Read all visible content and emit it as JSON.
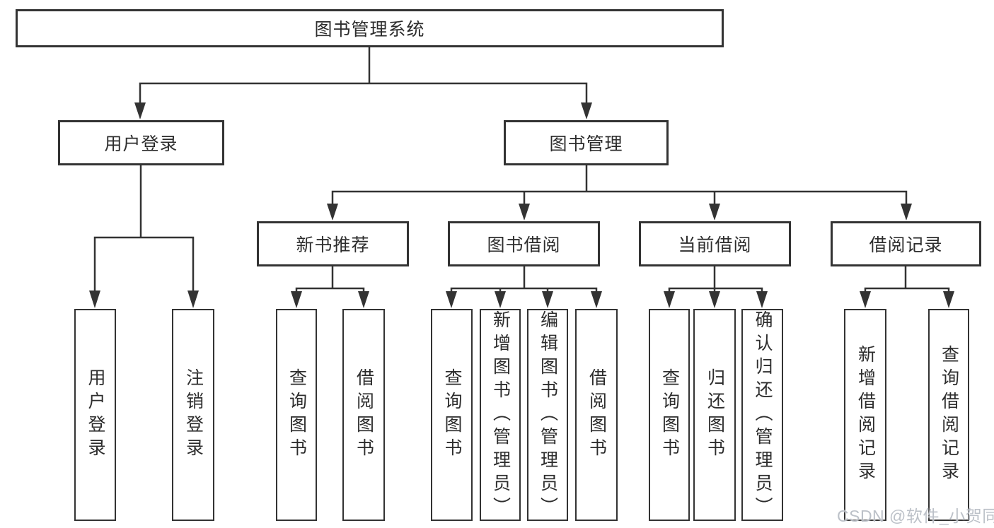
{
  "diagram": {
    "title": "图书管理系统",
    "root": {
      "label": "图书管理系统"
    },
    "level2": [
      {
        "label": "用户登录"
      },
      {
        "label": "图书管理"
      }
    ],
    "level3": [
      {
        "label": "新书推荐"
      },
      {
        "label": "图书借阅"
      },
      {
        "label": "当前借阅"
      },
      {
        "label": "借阅记录"
      }
    ],
    "leaves": [
      {
        "label": "用户登录",
        "parent": "用户登录"
      },
      {
        "label": "注销登录",
        "parent": "用户登录"
      },
      {
        "label": "查询图书",
        "parent": "新书推荐"
      },
      {
        "label": "借阅图书",
        "parent": "新书推荐"
      },
      {
        "label": "查询图书",
        "parent": "图书借阅"
      },
      {
        "label": "新增图书（管理员）",
        "parent": "图书借阅"
      },
      {
        "label": "编辑图书（管理员）",
        "parent": "图书借阅"
      },
      {
        "label": "借阅图书",
        "parent": "图书借阅"
      },
      {
        "label": "查询图书",
        "parent": "当前借阅"
      },
      {
        "label": "归还图书",
        "parent": "当前借阅"
      },
      {
        "label": "确认归还（管理员）",
        "parent": "当前借阅"
      },
      {
        "label": "新增借阅记录",
        "parent": "借阅记录"
      },
      {
        "label": "查询借阅记录",
        "parent": "借阅记录"
      }
    ]
  },
  "watermark": {
    "text": "CSDN @软件_小贺同学"
  },
  "colors": {
    "line": "#333333",
    "text": "#2d2d2d",
    "background": "#ffffff",
    "watermark": "#b9bec6"
  }
}
